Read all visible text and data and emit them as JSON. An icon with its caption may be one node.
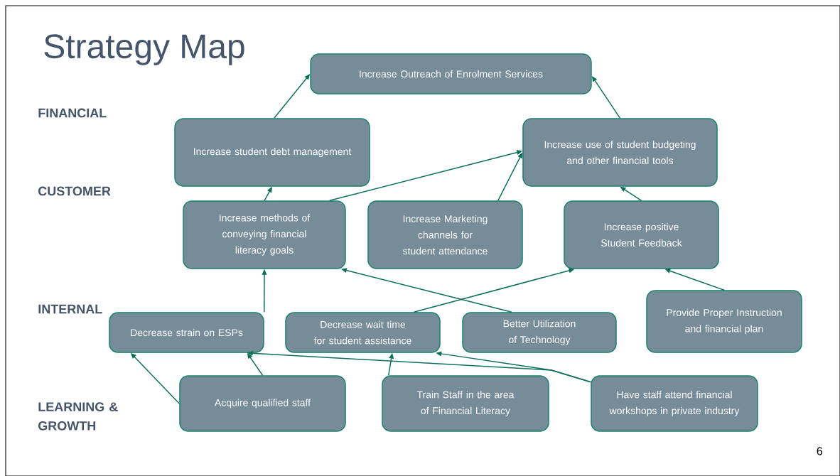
{
  "diagram": {
    "title": "Strategy Map",
    "nodes": [
      {
        "text": [
          "Increase Outreach of Enrolment Services"
        ]
      },
      {
        "text": [
          "Increase student debt management"
        ]
      },
      {
        "text": [
          "Increase use of student budgeting and other financial tools"
        ]
      },
      {
        "text": [
          "Increase methods of conveying financial literacy goals"
        ]
      },
      {
        "text": [
          "Increase Marketing channels for student attendance"
        ]
      },
      {
        "text": [
          "Increase positive Student Feedback"
        ]
      },
      {
        "text": [
          "Decrease strain on ESPs"
        ]
      },
      {
        "text": [
          "Decrease wait time for student assistance"
        ]
      },
      {
        "text": [
          "Better Utilization of Technology"
        ]
      },
      {
        "text": [
          "Provide Proper Instruction and financial plan"
        ]
      },
      {
        "text": [
          "Acquire qualified staff"
        ]
      },
      {
        "text": [
          "Train Staff in the area of Financial Literacy"
        ]
      },
      {
        "text": [
          "Have staff attend financial workshops in private industry"
        ]
      }
    ],
    "edges": [
      {
        "from": 1,
        "to": 0,
        "arrow": "to"
      },
      {
        "from": 2,
        "to": 0,
        "arrow": "to"
      },
      {
        "from": 3,
        "to": 1,
        "arrow": "to"
      },
      {
        "from": 3,
        "to": 2,
        "arrow": "to"
      },
      {
        "from": 4,
        "to": 2,
        "arrow": "to"
      },
      {
        "from": 5,
        "to": 2,
        "arrow": "to"
      },
      {
        "from": 6,
        "to": 3,
        "arrow": "to"
      },
      {
        "from": 7,
        "to": 5,
        "arrow": "to"
      },
      {
        "from": 8,
        "to": 3,
        "arrow": "to"
      },
      {
        "from": 9,
        "to": 5,
        "arrow": "to"
      },
      {
        "from": 10,
        "to": 6,
        "arrow": "to"
      },
      {
        "from": 10,
        "to": 6,
        "arrow": "to"
      },
      {
        "from": 11,
        "to": 7,
        "arrow": "to"
      },
      {
        "from": 12,
        "to": 6,
        "arrow": "to"
      },
      {
        "from": 12,
        "to": 7,
        "arrow": "to"
      }
    ],
    "labels": [
      "FINANCIAL",
      "CUSTOMER",
      "INTERNAL",
      "LEARNING & GROWTH",
      "6"
    ]
  }
}
